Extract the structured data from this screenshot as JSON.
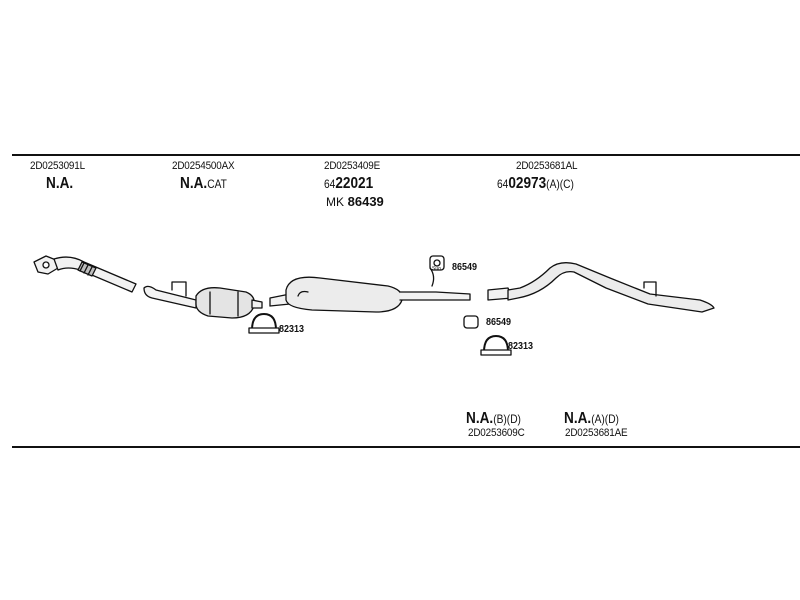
{
  "colors": {
    "line": "#111111",
    "part_fill": "#f2f2f2",
    "part_shade": "#bdbdbd"
  },
  "columns": [
    {
      "code": "2D0253091L",
      "status": "N.A."
    },
    {
      "code": "2D0254500AX",
      "status": "N.A.",
      "status_suffix": "CAT"
    },
    {
      "code": "2D0253409E",
      "number_prefix": "64",
      "number_main": "22021",
      "alt_prefix": "MK",
      "alt_number": "86439"
    },
    {
      "code": "2D0253681AL",
      "number_prefix": "64",
      "number_main": "02973",
      "number_suffix": "(A)(C)"
    }
  ],
  "callouts": {
    "clamp_left": "82313",
    "hanger_top": "86549",
    "hanger_bottom": "86549",
    "clamp_right": "82313",
    "hanger_tag": "Suo"
  },
  "bottom_items": [
    {
      "status": "N.A.",
      "suffix": "(B)(D)",
      "code": "2D0253609C"
    },
    {
      "status": "N.A.",
      "suffix": "(A)(D)",
      "code": "2D0253681AE"
    }
  ]
}
